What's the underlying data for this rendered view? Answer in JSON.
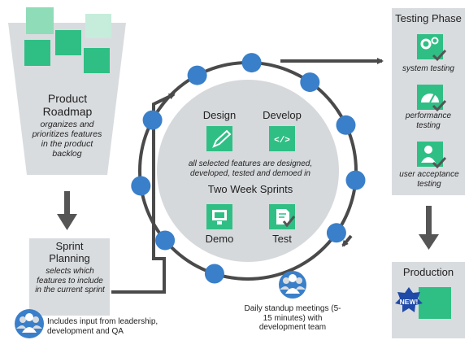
{
  "product_roadmap": {
    "title_line1": "Product",
    "title_line2": "Roadmap",
    "description": "organizes and prioritizes features in the product backlog"
  },
  "sprint_planning": {
    "title_line1": "Sprint",
    "title_line2": "Planning",
    "description": "selects which features to include in the current sprint"
  },
  "leadership_note": "Includes input from leadership, development and QA",
  "sprint_center": {
    "design_label": "Design",
    "develop_label": "Develop",
    "demo_label": "Demo",
    "test_label": "Test",
    "description": "all selected features are designed, developed, tested and demoed in",
    "sprint_title": "Two Week Sprints"
  },
  "standup_note": "Daily standup meetings (5-15 minutes) with development team",
  "testing_phase": {
    "title": "Testing Phase",
    "items": [
      {
        "label": "system testing",
        "icon": "gears-check-icon"
      },
      {
        "label": "performance testing",
        "icon": "gauge-check-icon"
      },
      {
        "label": "user acceptance testing",
        "icon": "user-check-icon"
      }
    ]
  },
  "production": {
    "title": "Production",
    "badge": "NEW!"
  },
  "colors": {
    "panel_gray": "#d9dcdf",
    "circle_gray": "#d6d9dc",
    "ring": "#4a4a4a",
    "node_blue": "#3a7fc9",
    "icon_green": "#2fbf85",
    "light_green": "#8fdcb8",
    "pale_green": "#c6ecdc",
    "arrow": "#555555",
    "badge_blue": "#1f4aa8"
  }
}
